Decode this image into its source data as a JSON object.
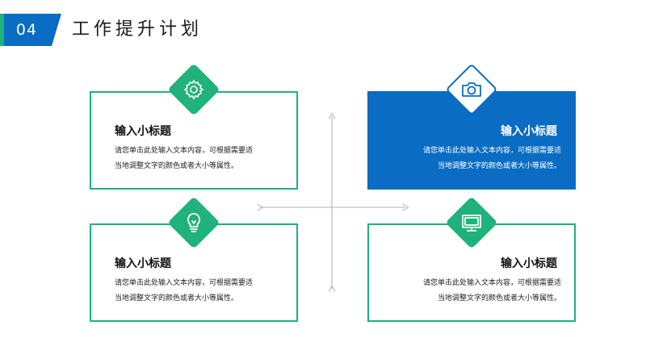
{
  "header": {
    "number": "04",
    "title": "工作提升计划"
  },
  "colors": {
    "green": "#1fb27a",
    "blue": "#0a6cc2",
    "arrow": "#c0c0c0"
  },
  "cards": [
    {
      "id": "top-left",
      "icon": "gear-icon",
      "title": "输入小标题",
      "body_line1": "请您单击此处输入文本内容，可根据需要适",
      "body_line2": "当地调整文字的颜色或者大小等属性。"
    },
    {
      "id": "top-right",
      "icon": "camera-icon",
      "title": "输入小标题",
      "body_line1": "请您单击此处输入文本内容，可根据需要适",
      "body_line2": "当地调整文字的颜色或者大小等属性。"
    },
    {
      "id": "bottom-left",
      "icon": "lightbulb-icon",
      "title": "输入小标题",
      "body_line1": "请您单击此处输入文本内容，可根据需要适",
      "body_line2": "当地调整文字的颜色或者大小等属性。"
    },
    {
      "id": "bottom-right",
      "icon": "monitor-icon",
      "title": "输入小标题",
      "body_line1": "请您单击此处输入文本内容，可根据需要适",
      "body_line2": "当地调整文字的颜色或者大小等属性。"
    }
  ]
}
